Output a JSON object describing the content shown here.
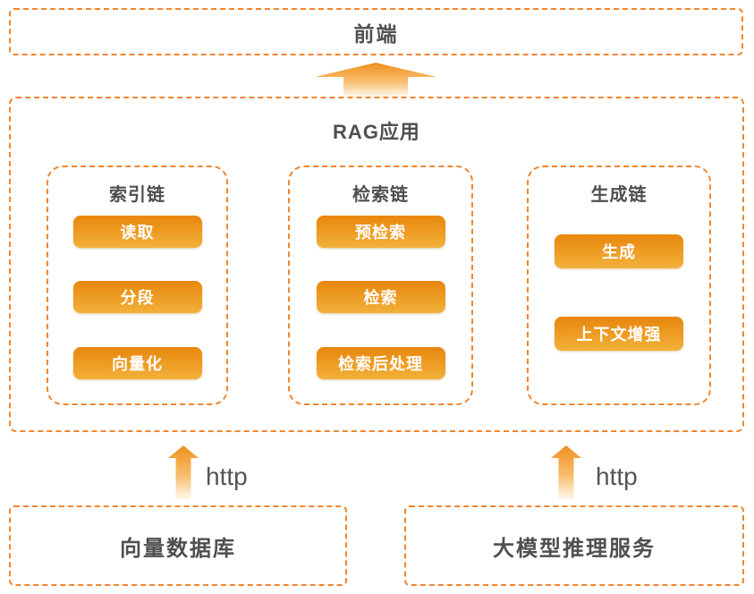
{
  "colors": {
    "border_orange": "#F0862F",
    "text_dark": "#4F4F4F",
    "button_grad_top": "#E8860C",
    "button_grad_bottom": "#F2B13A",
    "arrow_grad_top": "#F0901E",
    "arrow_grad_mid": "#F7BD6C",
    "arrow_grad_fade": "#FFF8EC",
    "button_text": "#FFFFFF",
    "http_text": "#555555"
  },
  "frontend": {
    "label": "前端"
  },
  "rag": {
    "title": "RAG应用",
    "chains": [
      {
        "title": "索引链",
        "steps": [
          "读取",
          "分段",
          "向量化"
        ]
      },
      {
        "title": "检索链",
        "steps": [
          "预检索",
          "检索",
          "检索后处理"
        ]
      },
      {
        "title": "生成链",
        "steps": [
          "生成",
          "上下文增强"
        ]
      }
    ]
  },
  "connections": {
    "left_protocol": "http",
    "right_protocol": "http"
  },
  "services": {
    "vector_db": "向量数据库",
    "llm": "大模型推理服务"
  }
}
